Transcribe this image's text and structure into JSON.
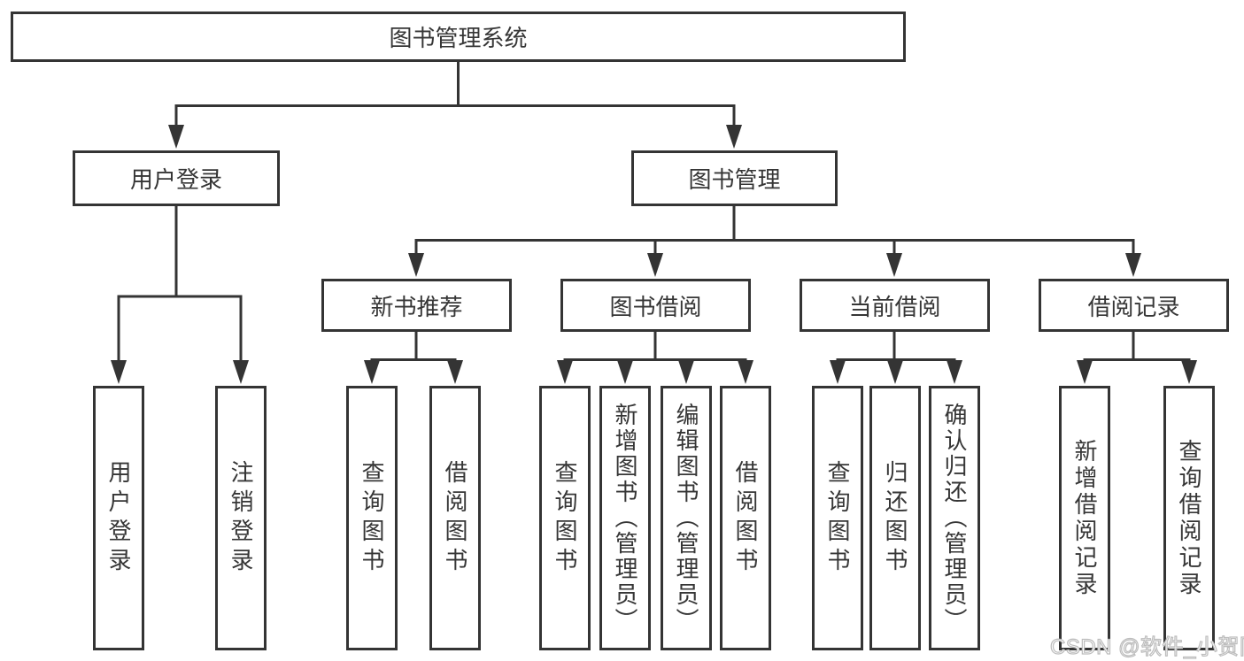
{
  "watermark": "CSDN @软件_小贺同学",
  "colors": {
    "line": "#343434",
    "text": "#363636",
    "background": "#ffffff",
    "watermark_stroke": "#bdbdbd"
  },
  "diagram": {
    "type": "tree",
    "root": {
      "label": "图书管理系统",
      "children": [
        {
          "label": "用户登录",
          "children": [
            {
              "label": "用户登录"
            },
            {
              "label": "注销登录"
            }
          ]
        },
        {
          "label": "图书管理",
          "children": [
            {
              "label": "新书推荐",
              "children": [
                {
                  "label": "查询图书"
                },
                {
                  "label": "借阅图书"
                }
              ]
            },
            {
              "label": "图书借阅",
              "children": [
                {
                  "label": "查询图书"
                },
                {
                  "label": "新增图书（管理员）"
                },
                {
                  "label": "编辑图书（管理员）"
                },
                {
                  "label": "借阅图书"
                }
              ]
            },
            {
              "label": "当前借阅",
              "children": [
                {
                  "label": "查询图书"
                },
                {
                  "label": "归还图书"
                },
                {
                  "label": "确认归还（管理员）"
                }
              ]
            },
            {
              "label": "借阅记录",
              "children": [
                {
                  "label": "新增借阅记录"
                },
                {
                  "label": "查询借阅记录"
                }
              ]
            }
          ]
        }
      ]
    }
  }
}
